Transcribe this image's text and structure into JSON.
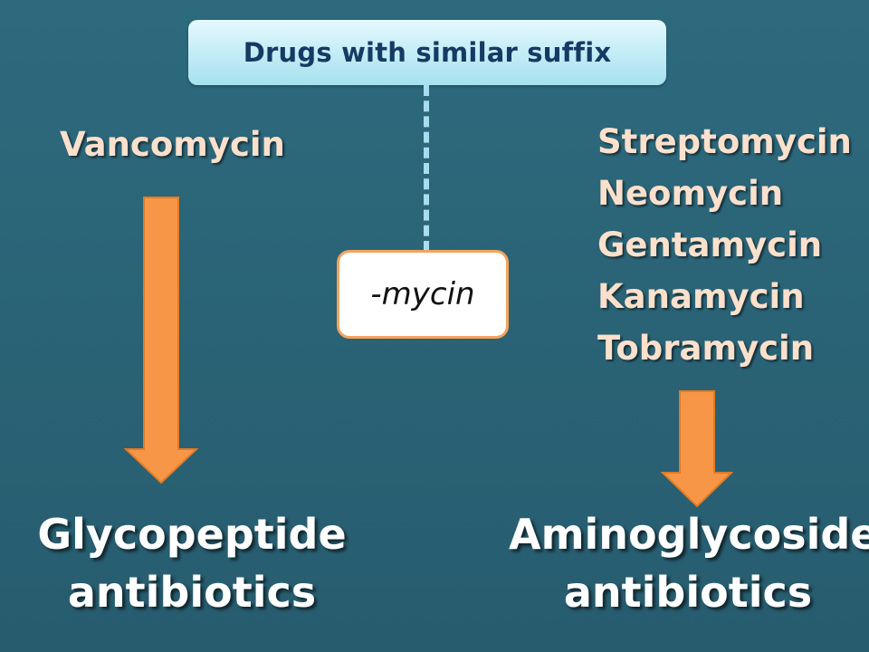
{
  "title": "Drugs with similar suffix",
  "suffix": "-mycin",
  "left_branch": {
    "drugs": [
      "Vancomycin"
    ],
    "class_line1": "Glycopeptide",
    "class_line2": "antibiotics"
  },
  "right_branch": {
    "drugs": [
      "Streptomycin",
      "Neomycin",
      "Gentamycin",
      "Kanamycin",
      "Tobramycin"
    ],
    "class_line1": "Aminoglycoside",
    "class_line2": "antibiotics"
  },
  "colors": {
    "background": "#2b6478",
    "title_text": "#153a63",
    "arrow": "#f79646",
    "drug_text": "#fbe0cc",
    "class_text": "#ffffff",
    "connector": "#a9dcec"
  }
}
